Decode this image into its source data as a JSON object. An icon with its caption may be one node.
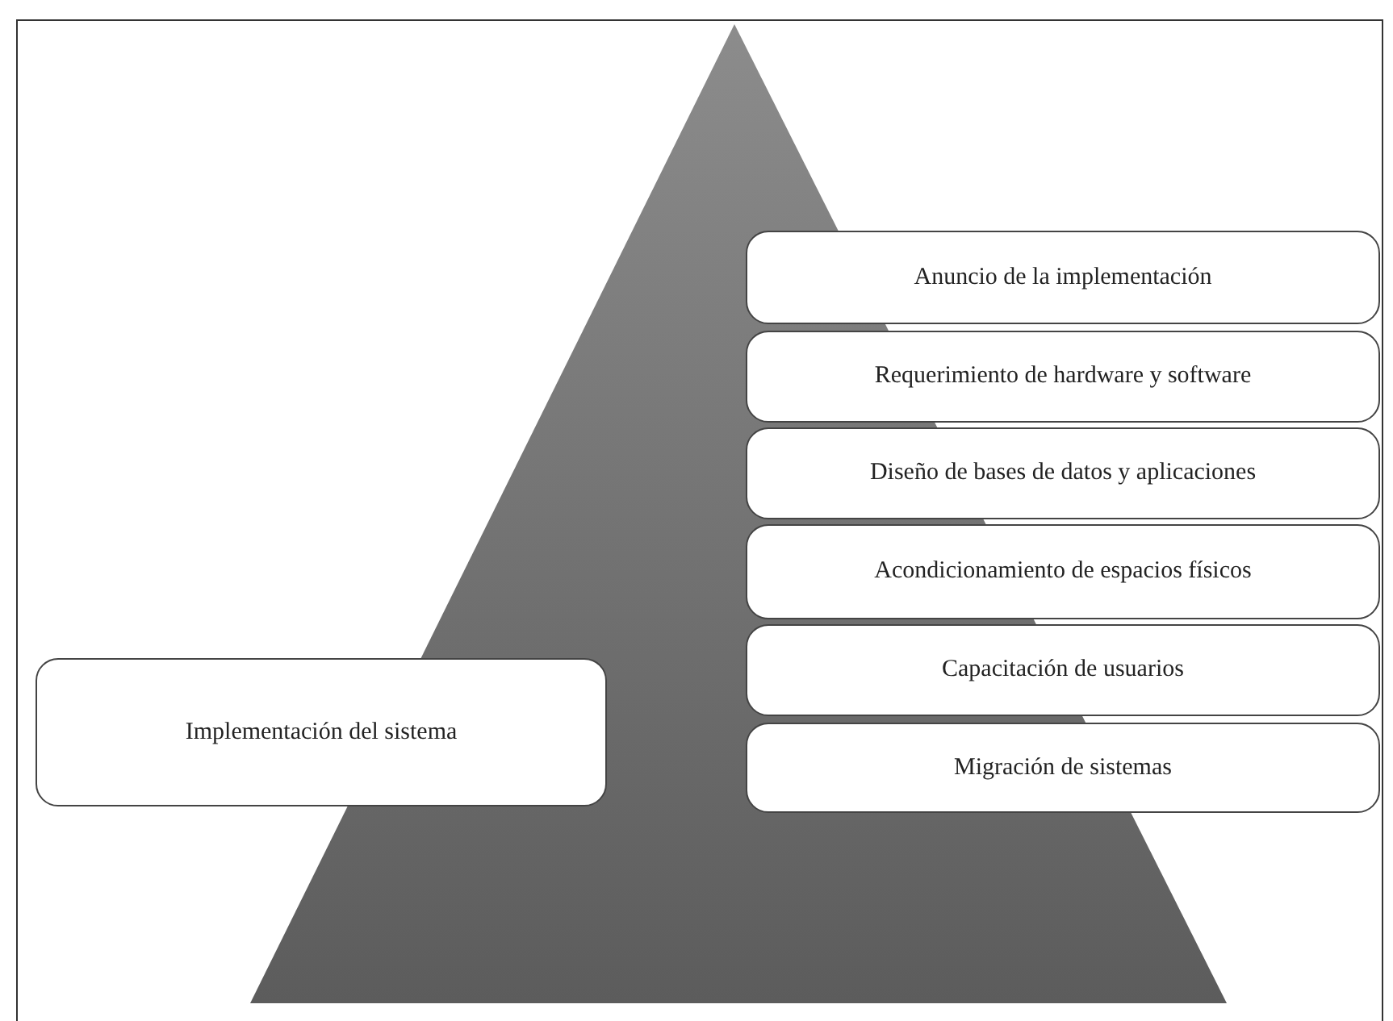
{
  "diagram": {
    "nodes": [
      {
        "text": [
          "Implementación del sistema"
        ]
      },
      {
        "text": [
          "Anuncio de la implementación"
        ]
      },
      {
        "text": [
          "Requerimiento de hardware y software"
        ]
      },
      {
        "text": [
          "Diseño de bases de datos y aplicaciones"
        ]
      },
      {
        "text": [
          "Acondicionamiento de espacios físicos"
        ]
      },
      {
        "text": [
          "Capacitación de usuarios"
        ]
      },
      {
        "text": [
          "Migración de sistemas"
        ]
      }
    ]
  }
}
